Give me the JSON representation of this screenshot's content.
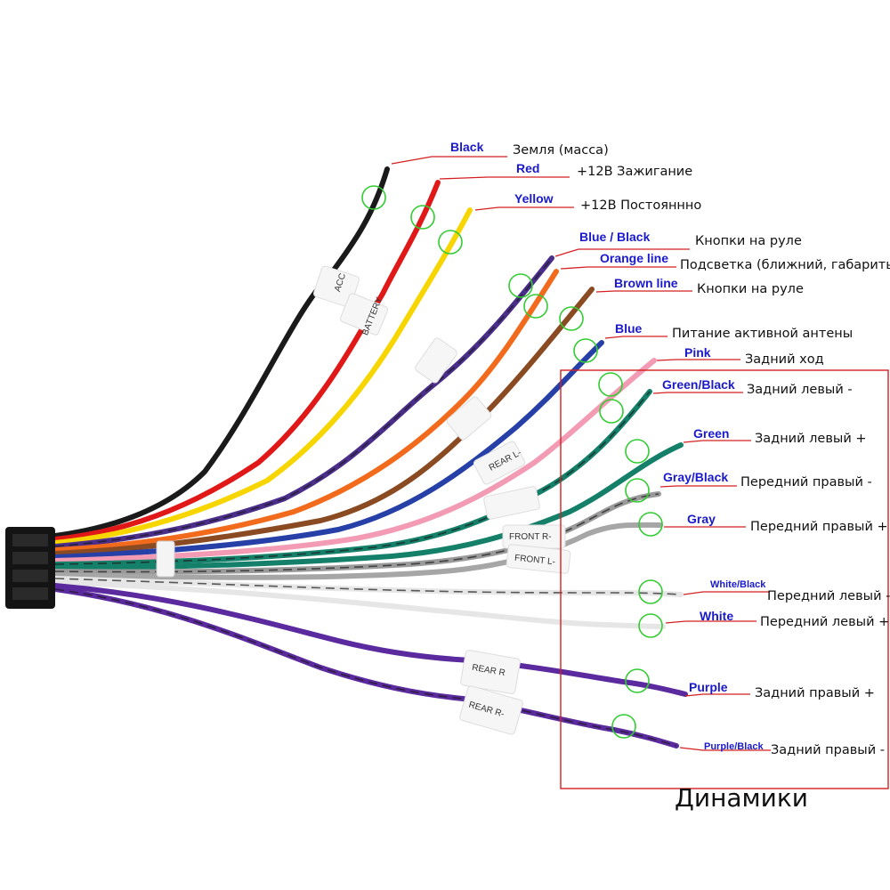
{
  "diagram": {
    "caption": "Динамики",
    "accent_color": "#d42020",
    "wires": [
      {
        "id": "black",
        "color_label": "Black",
        "description": "Земля (масса)",
        "stroke": "#1a1a1a",
        "stripe": ""
      },
      {
        "id": "red",
        "color_label": "Red",
        "description": "+12В Зажигание",
        "stroke": "#e01818",
        "stripe": ""
      },
      {
        "id": "yellow",
        "color_label": "Yellow",
        "description": "+12В Постояннно",
        "stroke": "#f7d600",
        "stripe": ""
      },
      {
        "id": "blue-black",
        "color_label": "Blue / Black",
        "description": "Кнопки на руле",
        "stroke": "#4a2e8a",
        "stripe": "#1a1a1a"
      },
      {
        "id": "orange",
        "color_label": "Orange line",
        "description": "Подсветка (ближний, габариты)",
        "stroke": "#f26a1b",
        "stripe": ""
      },
      {
        "id": "brown",
        "color_label": "Brown line",
        "description": "Кнопки на руле",
        "stroke": "#8a4a22",
        "stripe": ""
      },
      {
        "id": "blue",
        "color_label": "Blue",
        "description": "Питание активной антены",
        "stroke": "#2740a8",
        "stripe": ""
      },
      {
        "id": "pink",
        "color_label": "Pink",
        "description": "Задний ход",
        "stroke": "#f39ab4",
        "stripe": ""
      },
      {
        "id": "green-black",
        "color_label": "Green/Black",
        "description": "Задний левый -",
        "stroke": "#15806a",
        "stripe": "#1a1a1a"
      },
      {
        "id": "green",
        "color_label": "Green",
        "description": "Задний левый +",
        "stroke": "#15806a",
        "stripe": ""
      },
      {
        "id": "gray-black",
        "color_label": "Gray/Black",
        "description": "Передний правый -",
        "stroke": "#9a9a9a",
        "stripe": "#1a1a1a"
      },
      {
        "id": "gray",
        "color_label": "Gray",
        "description": "Передний правый +",
        "stroke": "#a6a6a6",
        "stripe": ""
      },
      {
        "id": "white-black",
        "color_label": "White/Black",
        "description": "Передний левый -",
        "stroke": "#eeeeee",
        "stripe": "#1a1a1a"
      },
      {
        "id": "white",
        "color_label": "White",
        "description": "Передний левый +",
        "stroke": "#f0f0f0",
        "stripe": ""
      },
      {
        "id": "purple",
        "color_label": "Purple",
        "description": "Задний правый +",
        "stroke": "#5b2a9e",
        "stripe": ""
      },
      {
        "id": "purple-black",
        "color_label": "Purple/Black",
        "description": "Задний правый -",
        "stroke": "#5b2a9e",
        "stripe": "#1a1a1a"
      }
    ],
    "sleeve_labels": {
      "battery": "BATTERY",
      "acc": "ACC",
      "rear_l": "REAR L-",
      "front_r": "FRONT R-",
      "front_l": "FRONT L-",
      "rear_r_plus": "REAR R",
      "rear_r_minus": "REAR R-"
    }
  }
}
